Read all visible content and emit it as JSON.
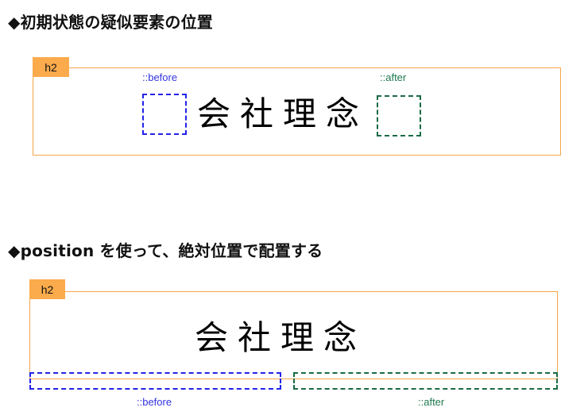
{
  "sections": [
    {
      "title": "◆初期状態の疑似要素の位置",
      "tag": "h2",
      "heading": "会社理念",
      "before_label": "::before",
      "after_label": "::after"
    },
    {
      "title": "◆position を使って、絶対位置で配置する",
      "tag": "h2",
      "heading": "会社理念",
      "before_label": "::before",
      "after_label": "::after"
    }
  ],
  "colors": {
    "h2_border": "#f9a449",
    "h2_tag_bg": "#fbab4c",
    "before": "#2222e8",
    "after": "#1a6b45"
  }
}
